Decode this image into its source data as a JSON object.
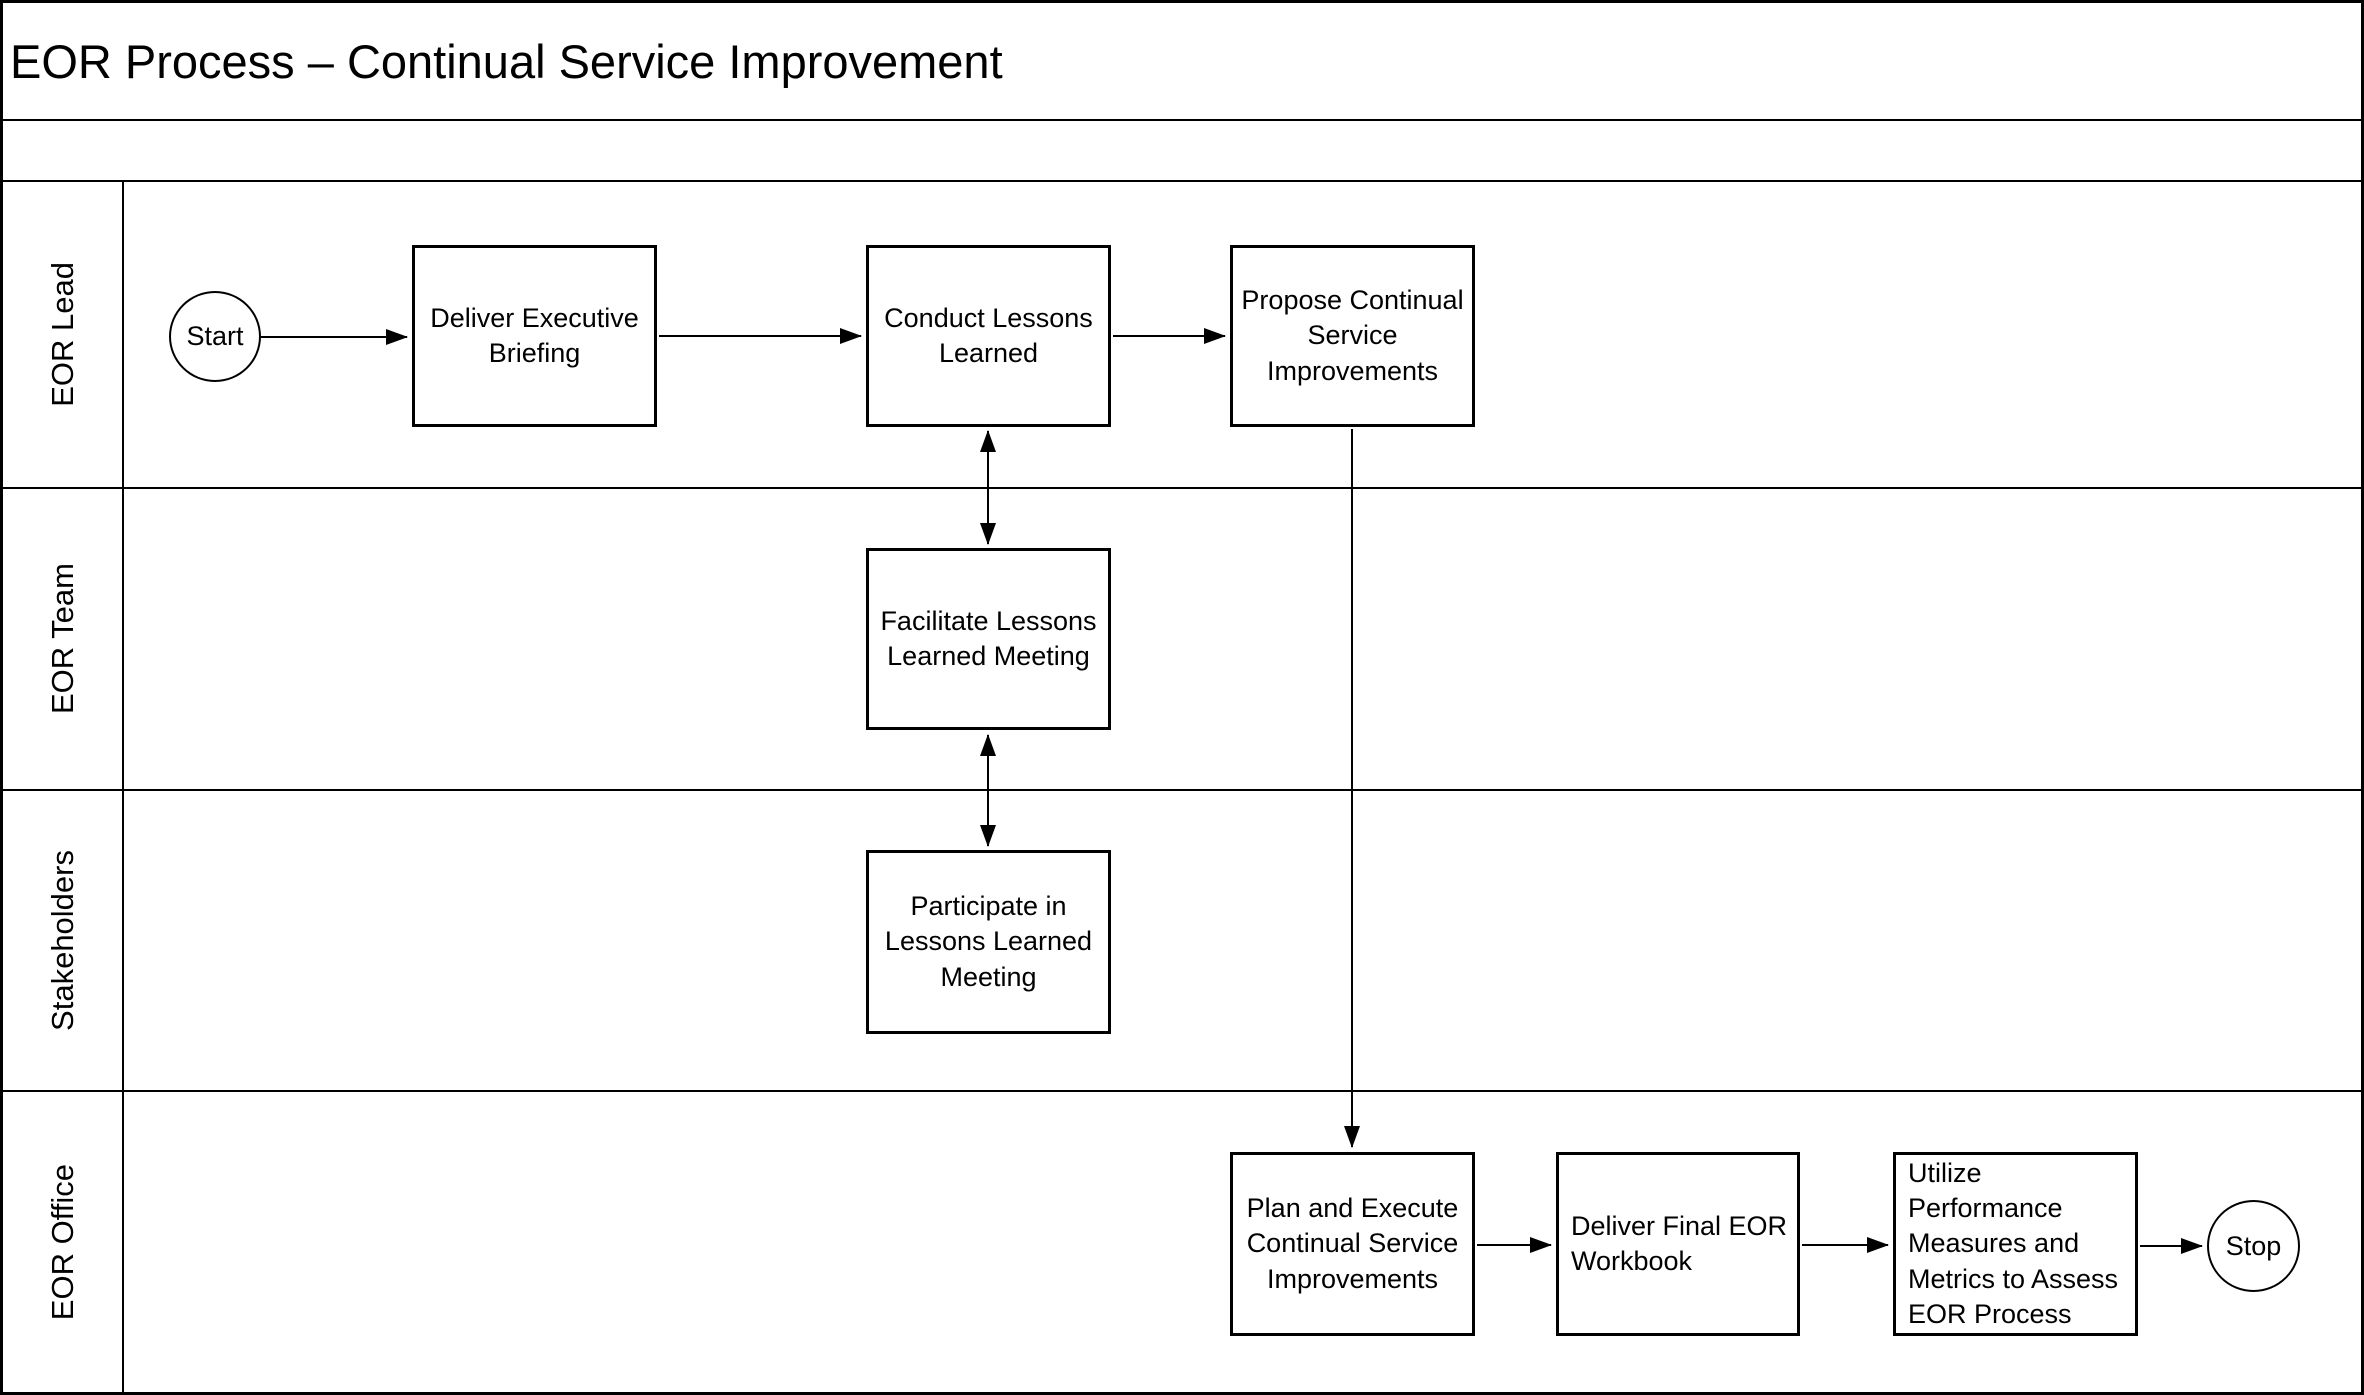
{
  "title": "EOR Process – Continual Service Improvement",
  "colors": {
    "ink": "#000000",
    "background": "#ffffff"
  },
  "lanes": [
    {
      "label": "EOR Lead"
    },
    {
      "label": "EOR Team"
    },
    {
      "label": "Stakeholders"
    },
    {
      "label": "EOR Office"
    }
  ],
  "nodes": {
    "start": {
      "label": "Start",
      "shape": "terminator",
      "lane": "EOR Lead"
    },
    "deliver_executive_briefing": {
      "label": "Deliver Executive\nBriefing",
      "shape": "process",
      "lane": "EOR Lead"
    },
    "conduct_lessons_learned": {
      "label": "Conduct Lessons\nLearned",
      "shape": "process",
      "lane": "EOR Lead"
    },
    "propose_csi": {
      "label": "Propose Continual\nService\nImprovements",
      "shape": "process",
      "lane": "EOR Lead"
    },
    "facilitate_llm": {
      "label": "Facilitate Lessons\nLearned Meeting",
      "shape": "process",
      "lane": "EOR Team"
    },
    "participate_llm": {
      "label": "Participate in\nLessons Learned\nMeeting",
      "shape": "process",
      "lane": "Stakeholders"
    },
    "plan_execute_csi": {
      "label": "Plan and Execute\nContinual Service\nImprovements",
      "shape": "process",
      "lane": "EOR Office"
    },
    "deliver_final_workbook": {
      "label": "Deliver Final EOR\nWorkbook",
      "shape": "process",
      "lane": "EOR Office"
    },
    "utilize_measures": {
      "label": "Utilize\nPerformance\nMeasures and\nMetrics to Assess\nEOR Process",
      "shape": "process",
      "lane": "EOR Office"
    },
    "stop": {
      "label": "Stop",
      "shape": "terminator",
      "lane": "EOR Office"
    }
  },
  "flows": [
    {
      "from": "start",
      "to": "deliver_executive_briefing",
      "bidirectional": false
    },
    {
      "from": "deliver_executive_briefing",
      "to": "conduct_lessons_learned",
      "bidirectional": false
    },
    {
      "from": "conduct_lessons_learned",
      "to": "propose_csi",
      "bidirectional": false
    },
    {
      "from": "conduct_lessons_learned",
      "to": "facilitate_llm",
      "bidirectional": true
    },
    {
      "from": "facilitate_llm",
      "to": "participate_llm",
      "bidirectional": true
    },
    {
      "from": "propose_csi",
      "to": "plan_execute_csi",
      "bidirectional": false
    },
    {
      "from": "plan_execute_csi",
      "to": "deliver_final_workbook",
      "bidirectional": false
    },
    {
      "from": "deliver_final_workbook",
      "to": "utilize_measures",
      "bidirectional": false
    },
    {
      "from": "utilize_measures",
      "to": "stop",
      "bidirectional": false
    }
  ]
}
